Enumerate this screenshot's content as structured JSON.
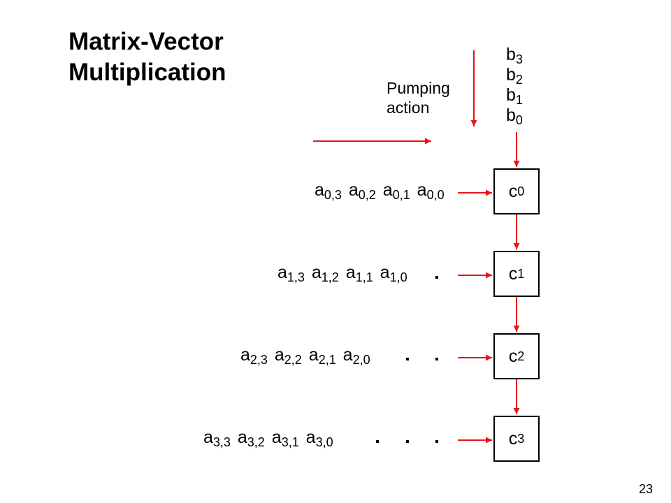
{
  "title": {
    "line1": "Matrix-Vector",
    "line2": "Multiplication"
  },
  "pumping": {
    "line1": "Pumping",
    "line2": "action"
  },
  "b_vector": [
    {
      "base": "b",
      "sub": "3"
    },
    {
      "base": "b",
      "sub": "2"
    },
    {
      "base": "b",
      "sub": "1"
    },
    {
      "base": "b",
      "sub": "0"
    }
  ],
  "cells": [
    {
      "base": "c",
      "sub": "0"
    },
    {
      "base": "c",
      "sub": "1"
    },
    {
      "base": "c",
      "sub": "2"
    },
    {
      "base": "c",
      "sub": "3"
    }
  ],
  "rows": [
    [
      {
        "base": "a",
        "sub": "0,3"
      },
      {
        "base": "a",
        "sub": "0,2"
      },
      {
        "base": "a",
        "sub": "0,1"
      },
      {
        "base": "a",
        "sub": "0,0"
      }
    ],
    [
      {
        "base": "a",
        "sub": "1,3"
      },
      {
        "base": "a",
        "sub": "1,2"
      },
      {
        "base": "a",
        "sub": "1,1"
      },
      {
        "base": "a",
        "sub": "1,0"
      }
    ],
    [
      {
        "base": "a",
        "sub": "2,3"
      },
      {
        "base": "a",
        "sub": "2,2"
      },
      {
        "base": "a",
        "sub": "2,1"
      },
      {
        "base": "a",
        "sub": "2,0"
      }
    ],
    [
      {
        "base": "a",
        "sub": "3,3"
      },
      {
        "base": "a",
        "sub": "3,2"
      },
      {
        "base": "a",
        "sub": "3,1"
      },
      {
        "base": "a",
        "sub": "3,0"
      }
    ]
  ],
  "arrow_color": "#e8141b",
  "page_number": "23"
}
